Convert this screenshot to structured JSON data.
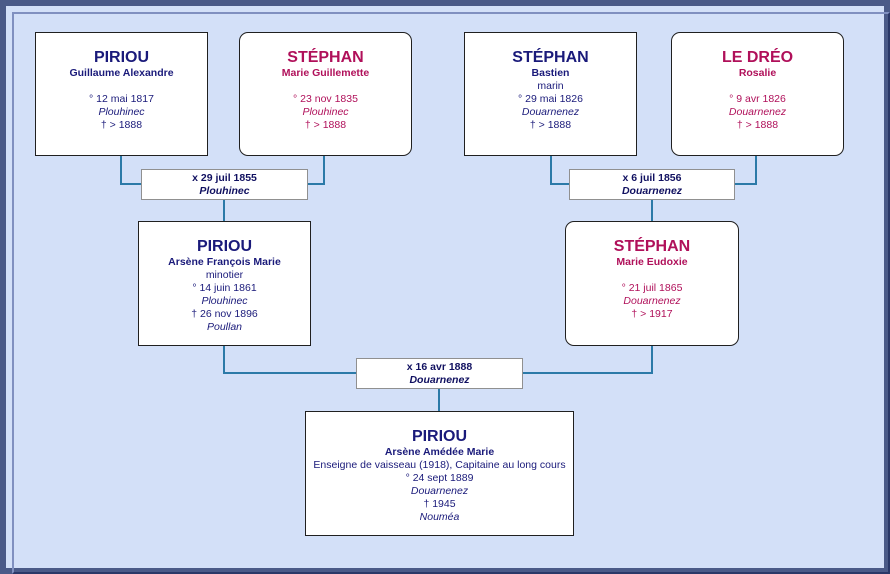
{
  "colors": {
    "male": "#1a1a7a",
    "female": "#b0105a",
    "connector": "#2b7aa8",
    "background": "#d3e0f8"
  },
  "people": {
    "guillaume": {
      "surname": "PIRIOU",
      "given": "Guillaume Alexandre",
      "birth": "° 12 mai 1817",
      "birth_place": "Plouhinec",
      "death": "† > 1888"
    },
    "marie_g": {
      "surname": "STÉPHAN",
      "given": "Marie Guillemette",
      "birth": "° 23 nov 1835",
      "birth_place": "Plouhinec",
      "death": "† > 1888"
    },
    "bastien": {
      "surname": "STÉPHAN",
      "given": "Bastien",
      "occupation": "marin",
      "birth": "° 29 mai 1826",
      "birth_place": "Douarnenez",
      "death": "† > 1888"
    },
    "rosalie": {
      "surname": "LE DRÉO",
      "given": "Rosalie",
      "birth": "° 9 avr 1826",
      "birth_place": "Douarnenez",
      "death": "† > 1888"
    },
    "arsene_fm": {
      "surname": "PIRIOU",
      "given": "Arsène François Marie",
      "occupation": "minotier",
      "birth": "° 14 juin 1861",
      "birth_place": "Plouhinec",
      "death": "† 26 nov 1896",
      "death_place": "Poullan"
    },
    "marie_e": {
      "surname": "STÉPHAN",
      "given": "Marie Eudoxie",
      "birth": "° 21 juil 1865",
      "birth_place": "Douarnenez",
      "death": "† > 1917"
    },
    "arsene_am": {
      "surname": "PIRIOU",
      "given": "Arsène Amédée Marie",
      "occupation": "Enseigne de vaisseau (1918), Capitaine au long cours",
      "birth": "° 24 sept 1889",
      "birth_place": "Douarnenez",
      "death": "† 1945",
      "death_place": "Nouméa"
    }
  },
  "marriages": {
    "m1": {
      "date": "x 29 juil 1855",
      "place": "Plouhinec"
    },
    "m2": {
      "date": "x 6 juil 1856",
      "place": "Douarnenez"
    },
    "m3": {
      "date": "x 16 avr 1888",
      "place": "Douarnenez"
    }
  }
}
